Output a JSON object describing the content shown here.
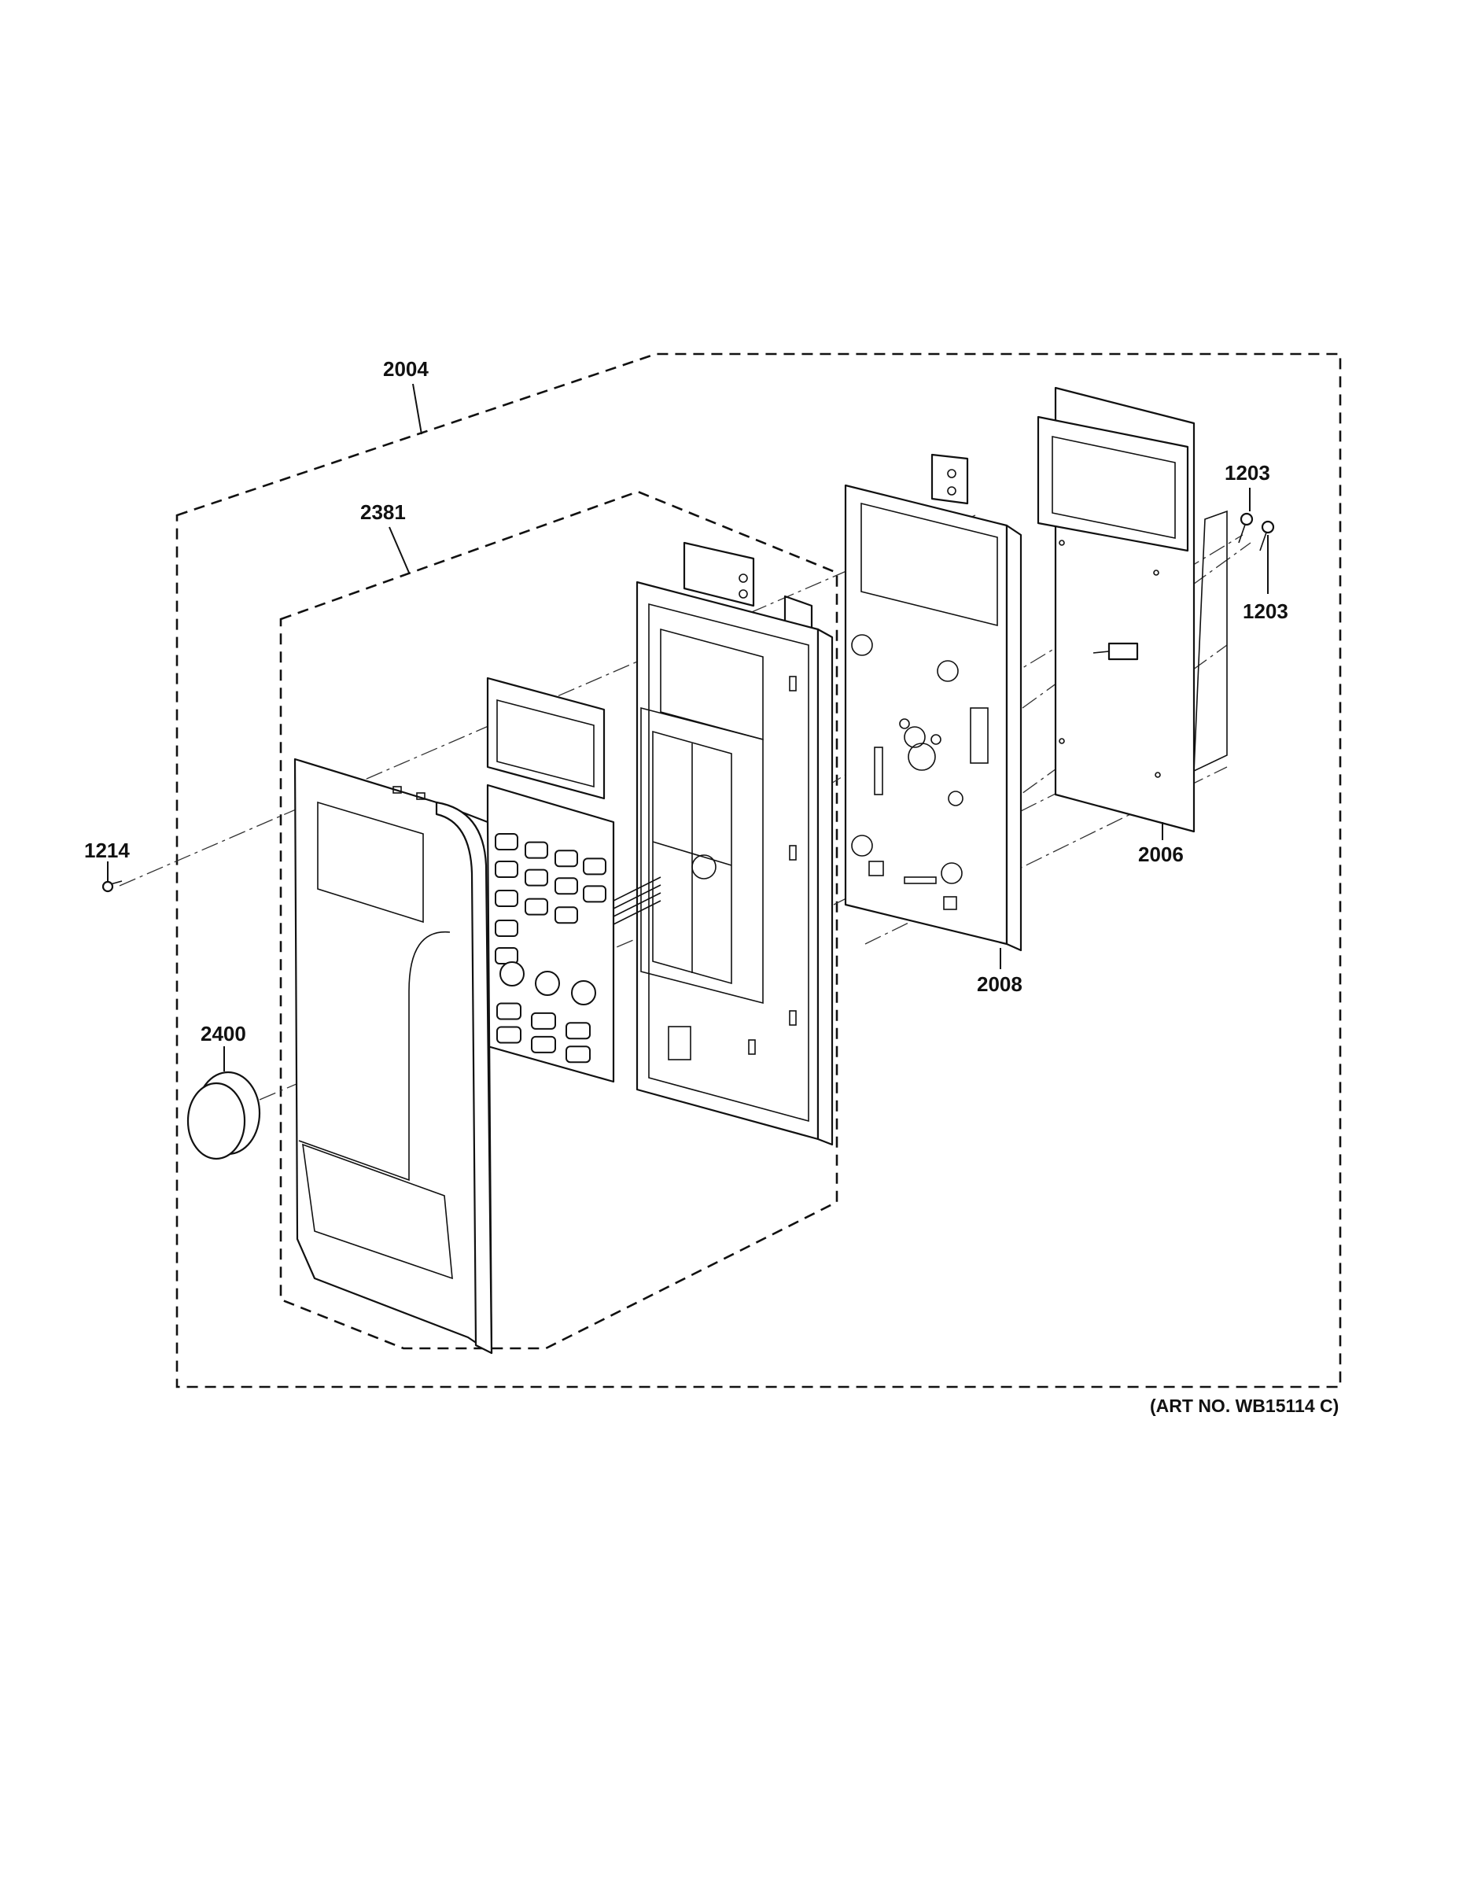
{
  "callouts": {
    "c2004": "2004",
    "c2381": "2381",
    "c1203a": "1203",
    "c1203b": "1203",
    "c1214": "1214",
    "c2006": "2006",
    "c2008": "2008",
    "c2400": "2400"
  },
  "art_number": "(ART NO. WB15114 C)"
}
